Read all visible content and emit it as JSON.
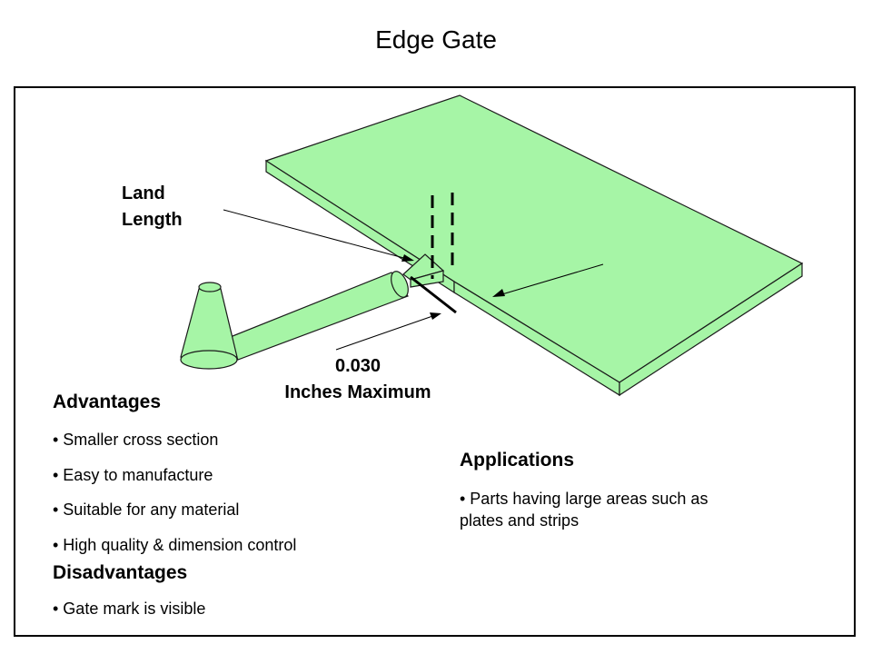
{
  "slide": {
    "title": "Edge Gate"
  },
  "diagram": {
    "land_length_label": [
      "Land",
      "Length"
    ],
    "dimension_label": [
      "0.030",
      "Inches Maximum"
    ],
    "part_color": "#a6f5a6",
    "outline_color": "#1a1a1a"
  },
  "advantages": {
    "heading": "Advantages",
    "items": [
      "• Smaller cross section",
      "• Easy to manufacture",
      "• Suitable for any material",
      "• High quality & dimension control"
    ]
  },
  "disadvantages": {
    "heading": "Disadvantages",
    "items": [
      "• Gate mark is visible"
    ]
  },
  "applications": {
    "heading": "Applications",
    "items": [
      "• Parts having large areas such as",
      "plates and strips"
    ]
  }
}
